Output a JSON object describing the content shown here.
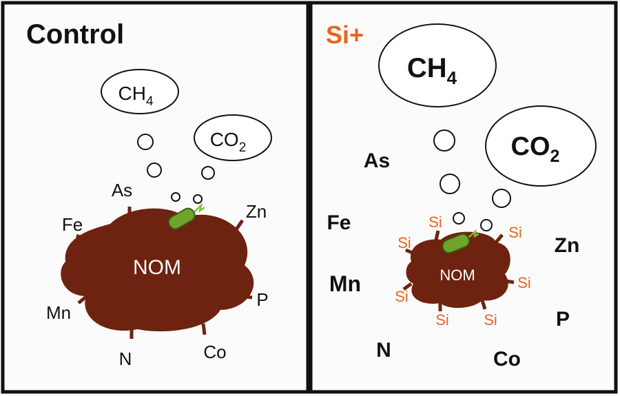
{
  "colors": {
    "nom_fill": "#6e2311",
    "si_accent": "#e8661e",
    "text": "#111111",
    "microbe_body": "#6fa52b",
    "microbe_tail": "#7fbf3a"
  },
  "control": {
    "title": "Control",
    "gas_ch4": "CH",
    "gas_ch4_sub": "4",
    "gas_co2": "CO",
    "gas_co2_sub": "2",
    "nom_label": "NOM",
    "elements": {
      "as": "As",
      "fe": "Fe",
      "mn": "Mn",
      "n": "N",
      "co": "Co",
      "p": "P",
      "zn": "Zn"
    }
  },
  "si_plus": {
    "title": "Si+",
    "gas_ch4": "CH",
    "gas_ch4_sub": "4",
    "gas_co2": "CO",
    "gas_co2_sub": "2",
    "nom_label": "NOM",
    "elements": {
      "as": "As",
      "fe": "Fe",
      "mn": "Mn",
      "n": "N",
      "co": "Co",
      "p": "P",
      "zn": "Zn"
    },
    "si_label": "Si"
  },
  "icons": {
    "microbe": "bacterium-icon",
    "bubbles": "gas-bubble-icon"
  }
}
